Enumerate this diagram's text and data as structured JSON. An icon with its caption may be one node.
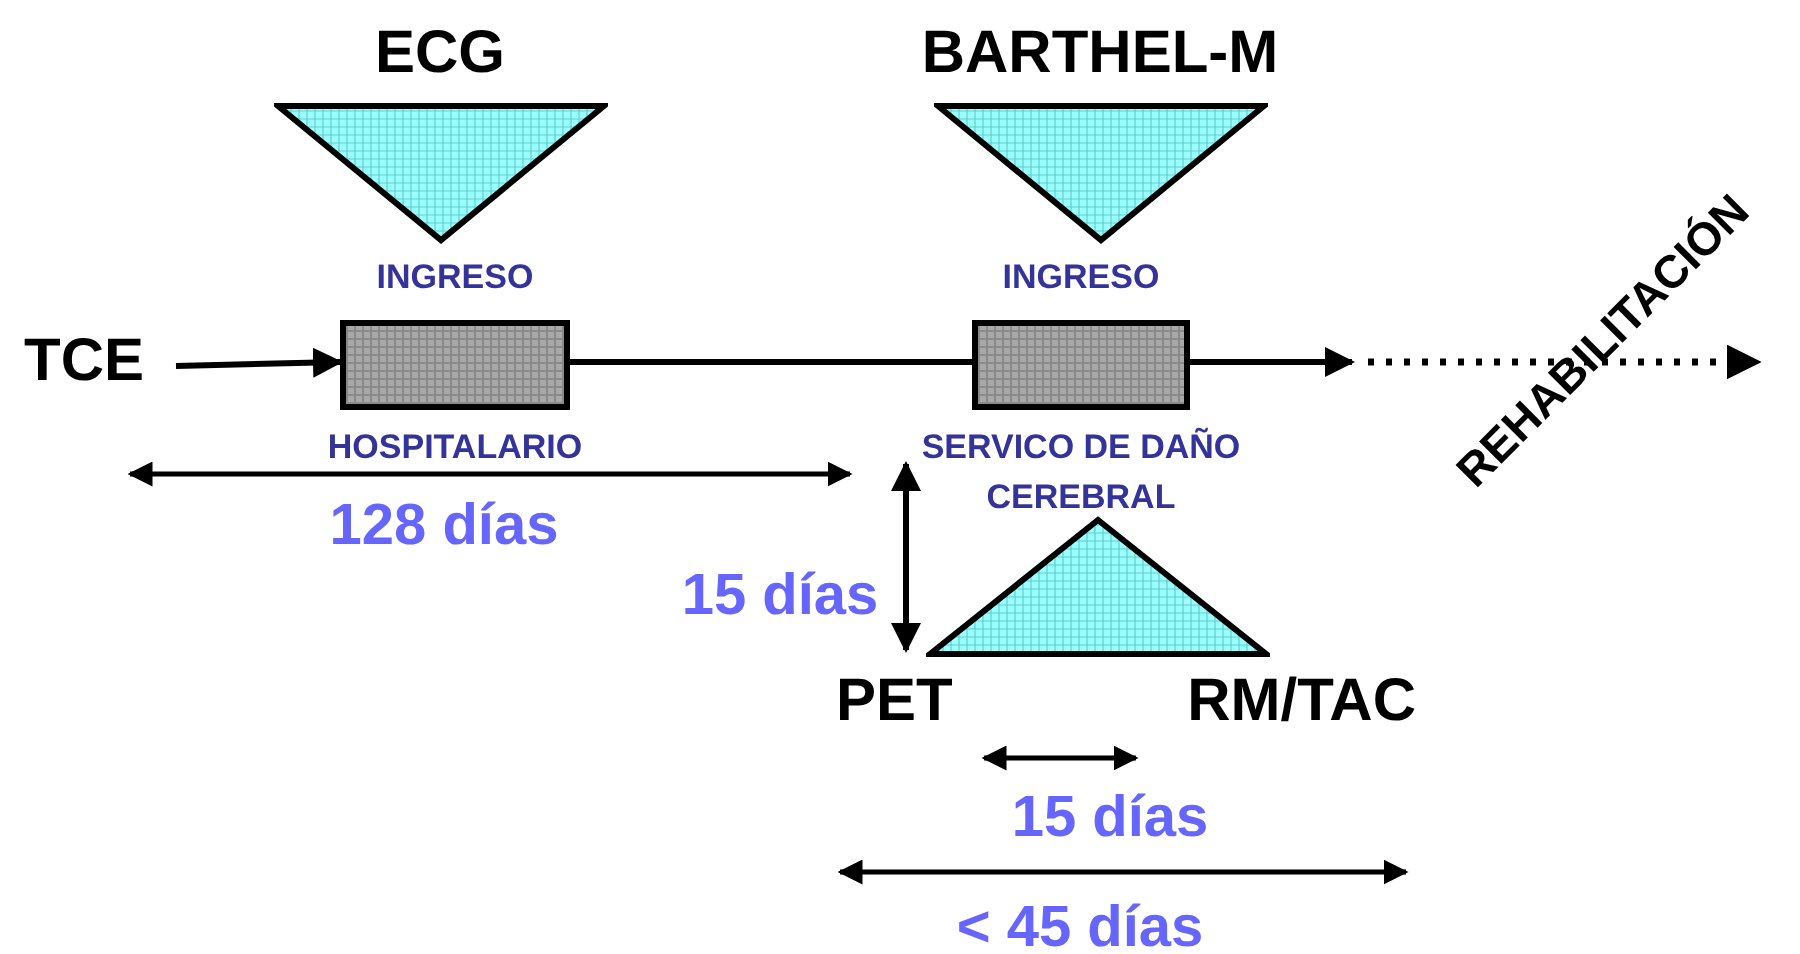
{
  "diagram": {
    "nodes": [
      {
        "text": [
          "TCE"
        ]
      },
      {
        "text": [
          "INGRESO",
          "HOSPITALARIO"
        ]
      },
      {
        "text": [
          "INGRESO",
          "SERVICO DE DAÑO CEREBRAL"
        ]
      },
      {
        "text": [
          "ECG"
        ]
      },
      {
        "text": [
          "BARTHEL-M"
        ]
      },
      {
        "text": [
          "PET",
          "RM/TAC"
        ]
      },
      {
        "text": [
          "REHABILITACIÓN"
        ]
      }
    ],
    "edges": [
      {
        "from": 0,
        "to": 1,
        "arrow": "to"
      },
      {
        "from": 1,
        "to": 2,
        "arrow": "none"
      },
      {
        "from": 2,
        "to": null,
        "arrow": "to"
      },
      {
        "from": null,
        "to": 6,
        "arrow": "to",
        "style": "dashed"
      },
      {
        "from": 2,
        "to": 5,
        "arrow": "both",
        "label": "15 días"
      }
    ],
    "labels": [
      "128 días",
      "15 días",
      "< 45 días"
    ]
  }
}
